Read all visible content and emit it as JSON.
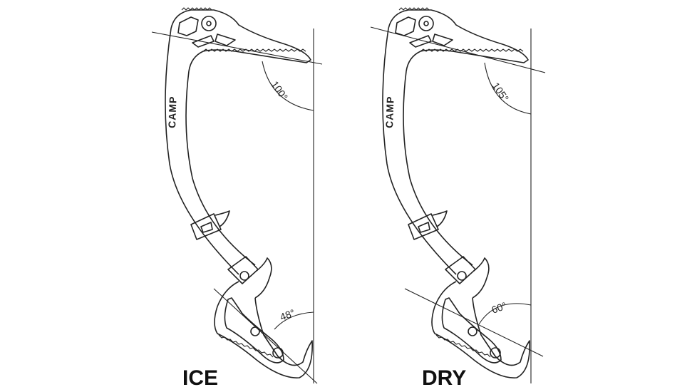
{
  "figure": {
    "brand_logo": "CAMP",
    "panels": [
      {
        "label": "ICE",
        "pick_angle": "100°",
        "handle_angle": "48°"
      },
      {
        "label": "DRY",
        "pick_angle": "105°",
        "handle_angle": "60°"
      }
    ]
  }
}
